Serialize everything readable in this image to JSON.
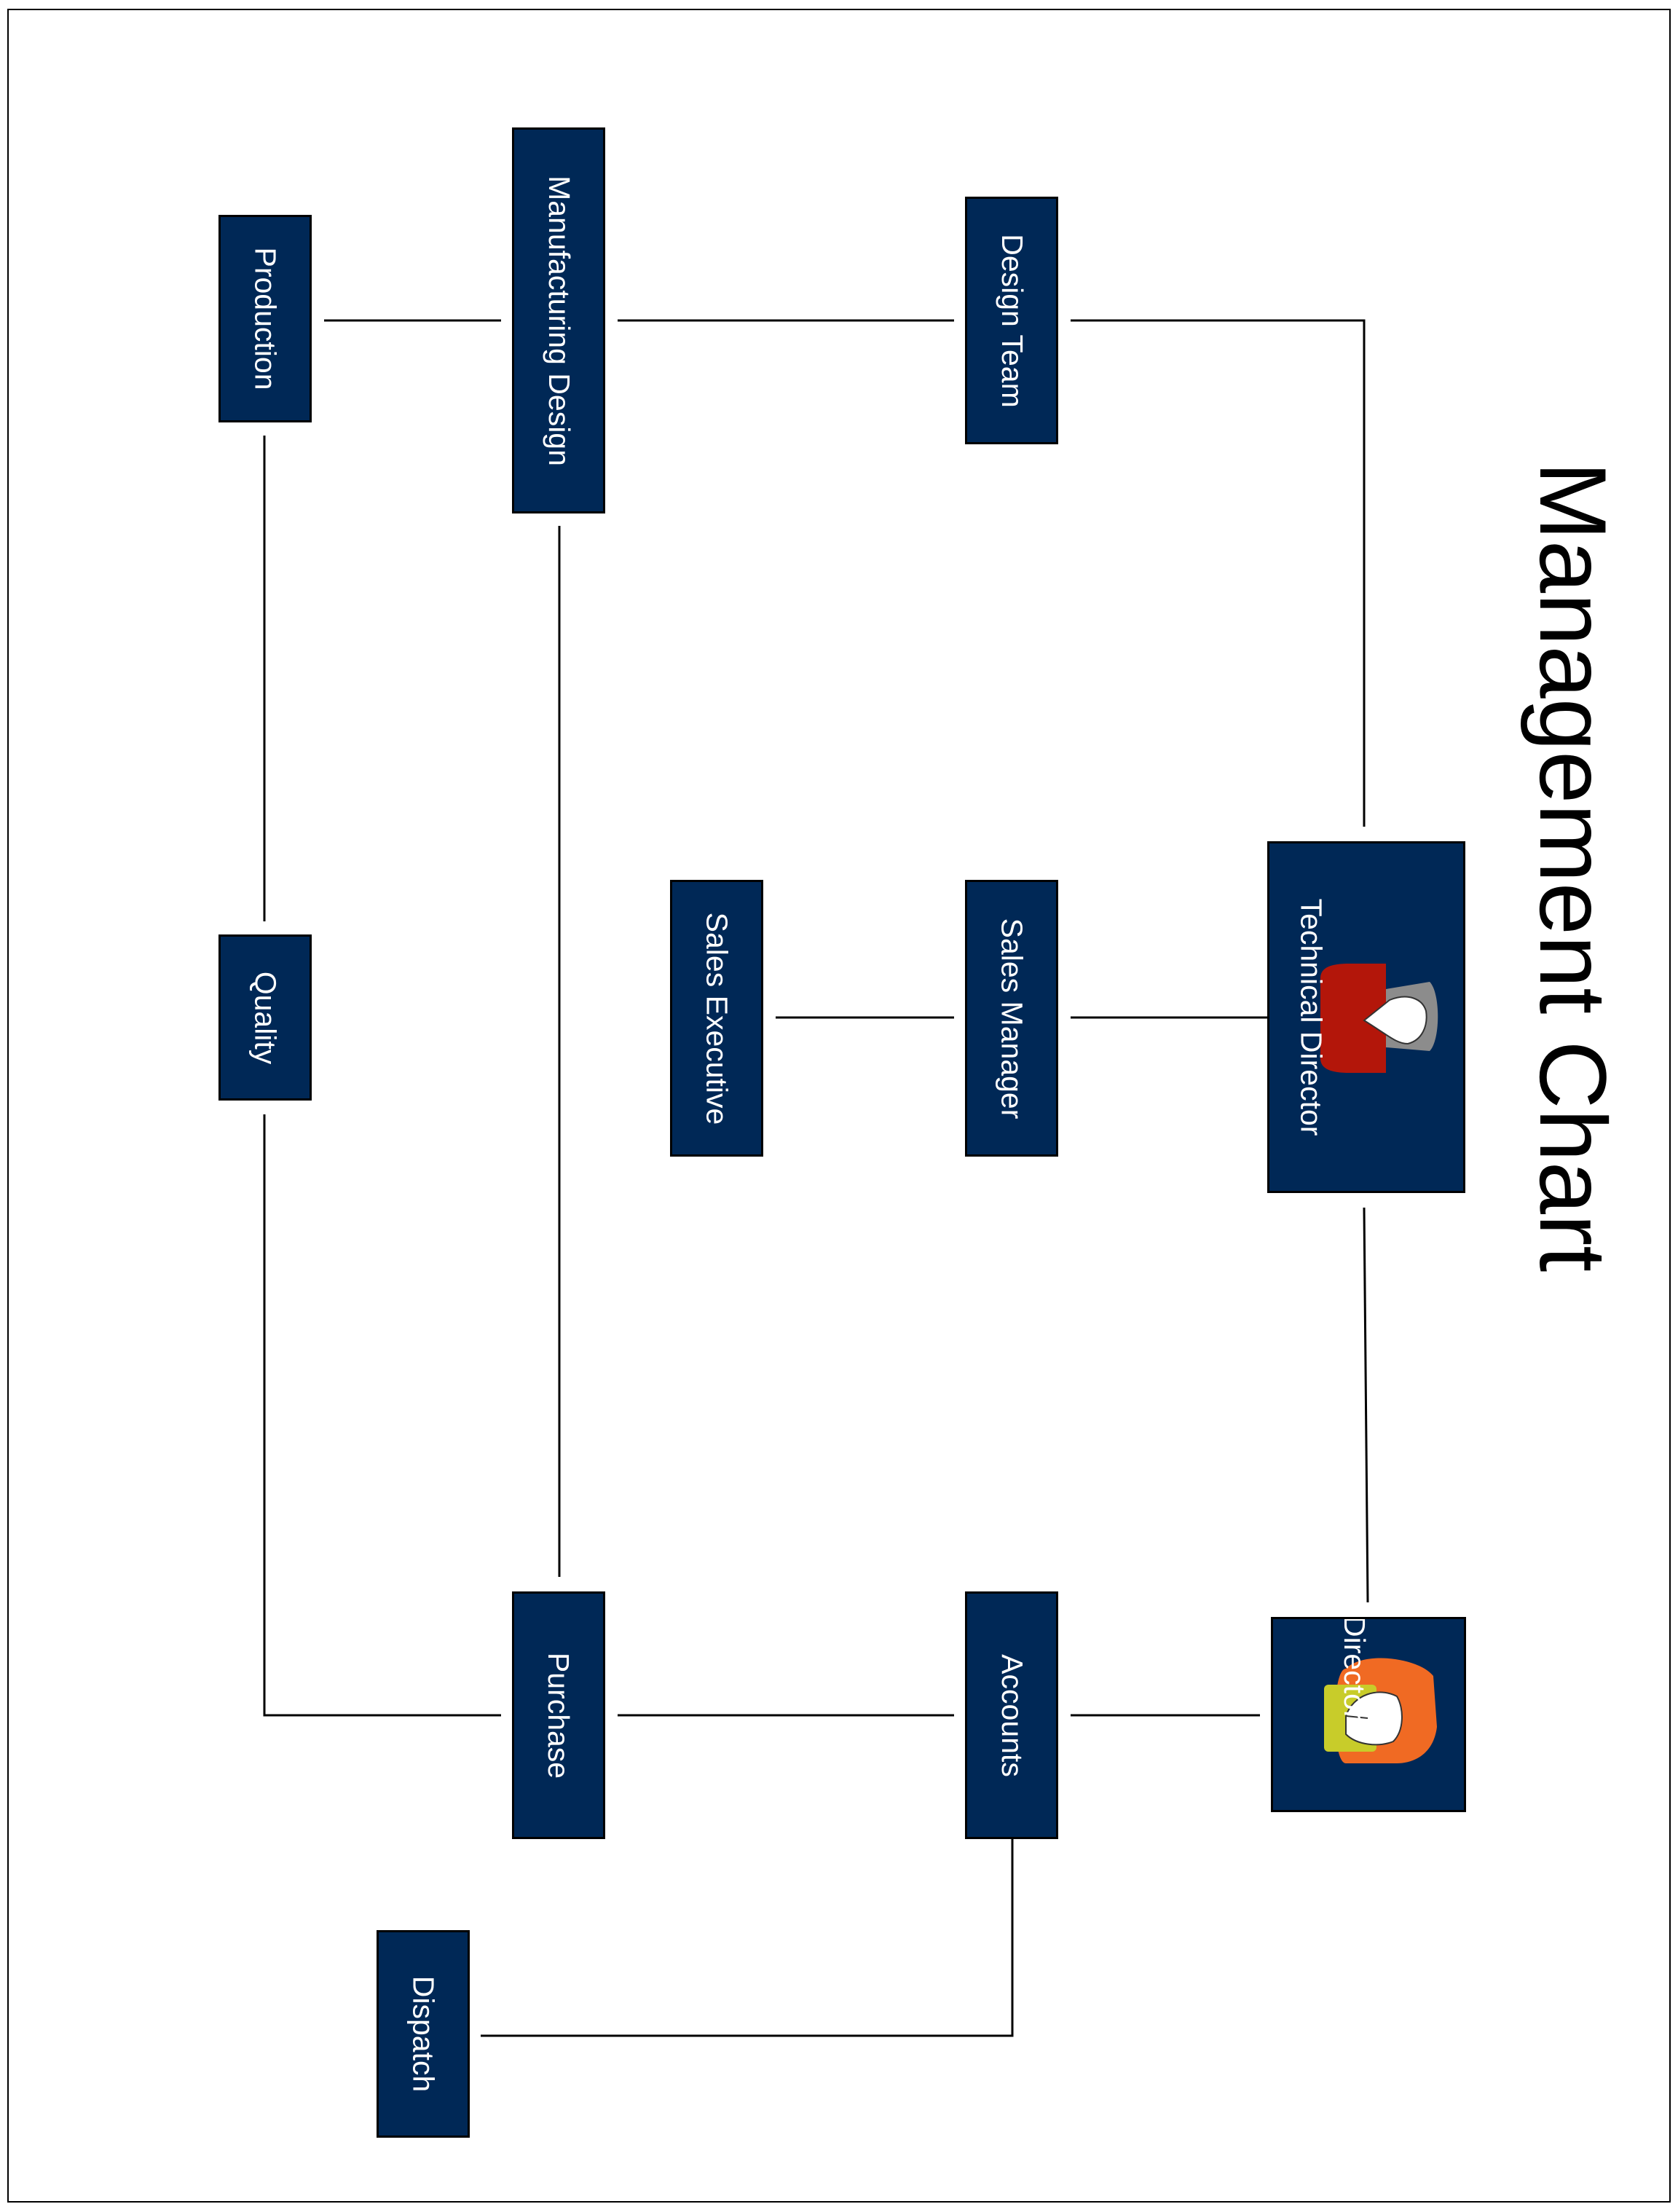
{
  "title": "Management Chart",
  "colors": {
    "box_fill": "#002856",
    "box_text": "#ffffff",
    "connector": "#000000",
    "tech_director_shirt": "#b3160a",
    "tech_director_hair": "#8c8c8c",
    "director_hair": "#f06a23",
    "director_shirt": "#c8cc2a"
  },
  "nodes": {
    "director": {
      "label": "Director",
      "icon": "person-icon-female"
    },
    "technical_director": {
      "label": "Technical Director",
      "icon": "person-icon-male"
    },
    "design_team": {
      "label": "Design Team"
    },
    "manufacturing_design": {
      "label": "Manufacturing Design"
    },
    "production": {
      "label": "Production"
    },
    "sales_manager": {
      "label": "Sales Manager"
    },
    "sales_executive": {
      "label": "Sales Executive"
    },
    "quality": {
      "label": "Quality"
    },
    "accounts": {
      "label": "Accounts"
    },
    "purchase": {
      "label": "Purchase"
    },
    "dispatch": {
      "label": "Dispatch"
    }
  },
  "edges": [
    [
      "director",
      "technical_director"
    ],
    [
      "technical_director",
      "design_team"
    ],
    [
      "technical_director",
      "sales_manager"
    ],
    [
      "design_team",
      "manufacturing_design"
    ],
    [
      "manufacturing_design",
      "production"
    ],
    [
      "manufacturing_design",
      "purchase"
    ],
    [
      "sales_manager",
      "sales_executive"
    ],
    [
      "production",
      "quality"
    ],
    [
      "quality",
      "purchase"
    ],
    [
      "director",
      "accounts"
    ],
    [
      "accounts",
      "purchase"
    ],
    [
      "accounts",
      "dispatch"
    ]
  ]
}
